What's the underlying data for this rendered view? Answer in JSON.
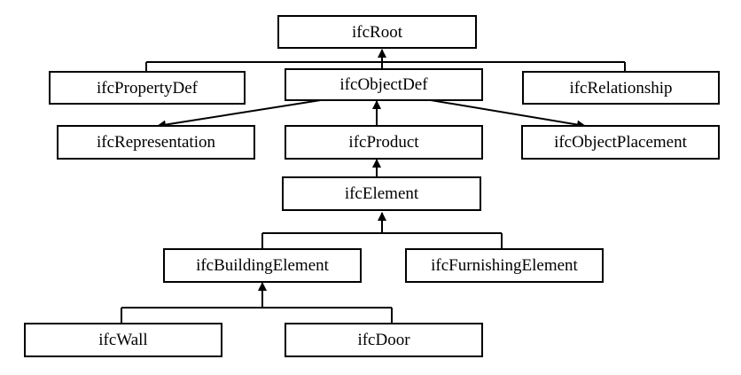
{
  "nodes": {
    "root": "ifcRoot",
    "property_def": "ifcPropertyDef",
    "object_def": "ifcObjectDef",
    "relationship": "ifcRelationship",
    "representation": "ifcRepresentation",
    "product": "ifcProduct",
    "object_placement": "ifcObjectPlacement",
    "element": "ifcElement",
    "building_element": "ifcBuildingElement",
    "furnishing_element": "ifcFurnishingElement",
    "wall": "ifcWall",
    "door": "ifcDoor"
  },
  "colors": {
    "line": "#000000",
    "box_fill": "#ffffff"
  }
}
